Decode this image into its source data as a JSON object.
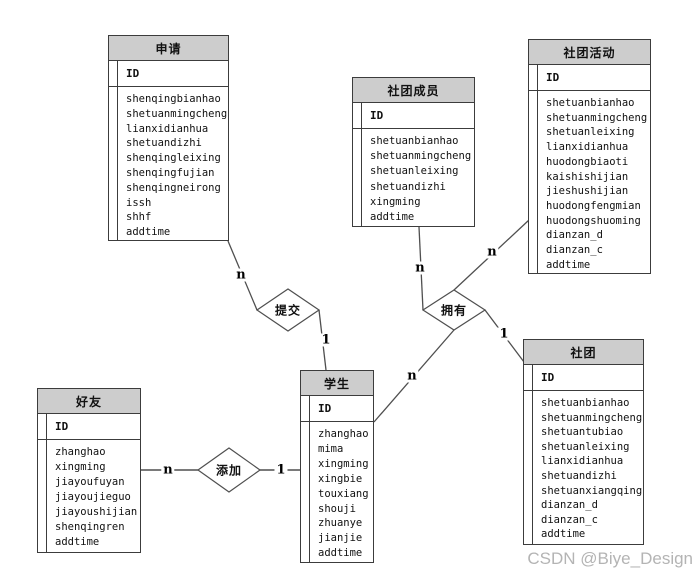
{
  "entities": {
    "shenqing": {
      "title": "申请",
      "id_label": "ID",
      "attributes": [
        "shenqingbianhao",
        "shetuanmingcheng",
        "lianxidianhua",
        "shetuandizhi",
        "shenqingleixing",
        "shenqingfujian",
        "shenqingneirong",
        "issh",
        "shhf",
        "addtime"
      ]
    },
    "chengyuan": {
      "title": "社团成员",
      "id_label": "ID",
      "attributes": [
        "shetuanbianhao",
        "shetuanmingcheng",
        "shetuanleixing",
        "shetuandizhi",
        "xingming",
        "addtime"
      ]
    },
    "huodong": {
      "title": "社团活动",
      "id_label": "ID",
      "attributes": [
        "shetuanbianhao",
        "shetuanmingcheng",
        "shetuanleixing",
        "lianxidianhua",
        "huodongbiaoti",
        "kaishishijian",
        "jieshushijian",
        "huodongfengmian",
        "huodongshuoming",
        "dianzan_d",
        "dianzan_c",
        "addtime"
      ]
    },
    "shetuan": {
      "title": "社团",
      "id_label": "ID",
      "attributes": [
        "shetuanbianhao",
        "shetuanmingcheng",
        "shetuantubiao",
        "shetuanleixing",
        "lianxidianhua",
        "shetuandizhi",
        "shetuanxiangqing",
        "dianzan_d",
        "dianzan_c",
        "addtime"
      ]
    },
    "xuesheng": {
      "title": "学生",
      "id_label": "ID",
      "attributes": [
        "zhanghao",
        "mima",
        "xingming",
        "xingbie",
        "touxiang",
        "shouji",
        "zhuanye",
        "jianjie",
        "addtime"
      ]
    },
    "haoyou": {
      "title": "好友",
      "id_label": "ID",
      "attributes": [
        "zhanghao",
        "xingming",
        "jiayoufuyan",
        "jiayoujieguo",
        "jiayoushijian",
        "shenqingren",
        "addtime"
      ]
    }
  },
  "relationships": {
    "tijiao": "提交",
    "yongyou": "拥有",
    "tianjia": "添加"
  },
  "cardinalities": {
    "tijiao_shenqing": "n",
    "tijiao_xuesheng": "1",
    "yongyou_chengyuan": "n",
    "yongyou_huodong": "n",
    "yongyou_shetuan": "1",
    "yongyou_xuesheng": "n",
    "tianjia_haoyou": "n",
    "tianjia_xuesheng": "1"
  },
  "watermark": "CSDN @Biye_Design",
  "colors": {
    "header_fill": "#cdcdcd",
    "table_border": "#3c3c3c",
    "connector_line": "#4f4f4f",
    "watermark_text": "#b4b4b4"
  }
}
